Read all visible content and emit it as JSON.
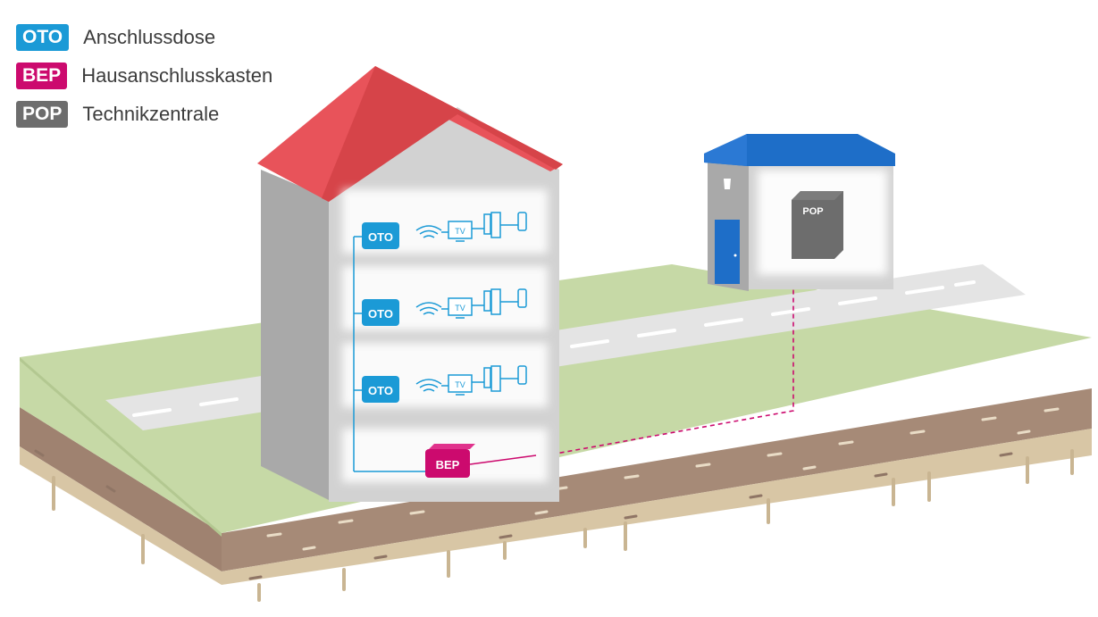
{
  "legend": {
    "oto": {
      "abbr": "OTO",
      "label": "Anschlussdose",
      "color": "#1b9ad6"
    },
    "bep": {
      "abbr": "BEP",
      "label": "Hausanschlusskasten",
      "color": "#cc0a6e"
    },
    "pop": {
      "abbr": "POP",
      "label": "Technikzentrale",
      "color": "#6d6d6d"
    }
  },
  "house": {
    "floors": [
      {
        "box": "OTO",
        "tv_label": "TV"
      },
      {
        "box": "OTO",
        "tv_label": "TV"
      },
      {
        "box": "OTO",
        "tv_label": "TV"
      }
    ],
    "basement_box": "BEP",
    "roof_color": "#e8535a"
  },
  "pop_station": {
    "box": "POP",
    "roof_color": "#1e6ec8",
    "door_color": "#1e6ec8"
  },
  "colors": {
    "grass": "#c6d9a6",
    "road": "#e3e3e3",
    "soil_top": "#a18572",
    "soil_bottom": "#d6c4a3",
    "wall": "#d2d2d2",
    "fibre_oto": "#1b9ad6",
    "fibre_bep": "#cc0a6e"
  }
}
